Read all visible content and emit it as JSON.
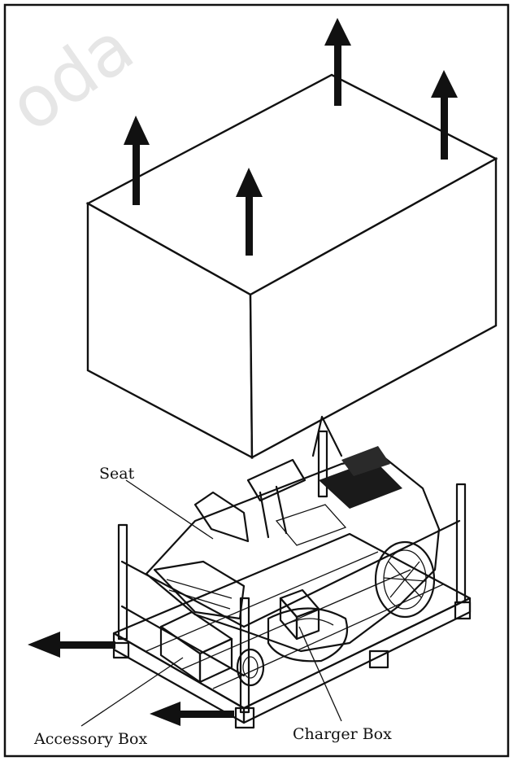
{
  "labels": {
    "seat": "Seat",
    "accessory_box": "Accessory Box",
    "charger_box": "Charger Box"
  },
  "colors": {
    "ink": "#111111",
    "background": "#ffffff",
    "watermark": "#e6e6e6"
  }
}
